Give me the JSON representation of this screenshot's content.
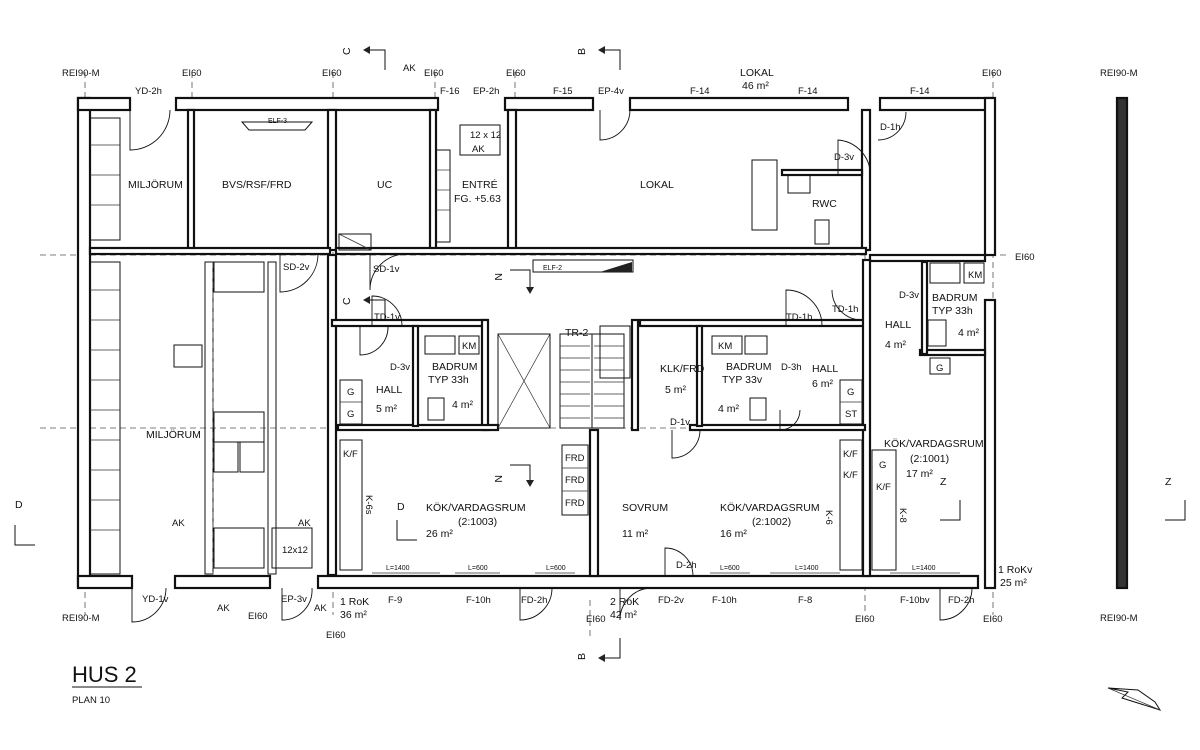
{
  "title": {
    "main": "HUS 2",
    "sub": "PLAN 10"
  },
  "rooms": [
    {
      "key": "miljorum_top",
      "text": "MILJÖRUM"
    },
    {
      "key": "bvs",
      "text": "BVS/RSF/FRD"
    },
    {
      "key": "uc",
      "text": "UC"
    },
    {
      "key": "entre",
      "text": "ENTRÉ"
    },
    {
      "key": "entre_fg",
      "text": "FG. +5.63"
    },
    {
      "key": "lokal",
      "text": "LOKAL"
    },
    {
      "key": "rwc",
      "text": "RWC"
    },
    {
      "key": "lokal_top",
      "text": "LOKAL"
    },
    {
      "key": "lokal_area",
      "text": "46 m²"
    },
    {
      "key": "miljorum_left",
      "text": "MILJÖRUM"
    },
    {
      "key": "hall_a",
      "text": "HALL"
    },
    {
      "key": "hall_a_area",
      "text": "5 m²"
    },
    {
      "key": "badrum_a",
      "text": "BADRUM"
    },
    {
      "key": "badrum_a_typ",
      "text": "TYP 33h"
    },
    {
      "key": "badrum_a_area",
      "text": "4 m²"
    },
    {
      "key": "klk",
      "text": "KLK/FRD"
    },
    {
      "key": "klk_area",
      "text": "5 m²"
    },
    {
      "key": "badrum_b",
      "text": "BADRUM"
    },
    {
      "key": "badrum_b_typ",
      "text": "TYP 33v"
    },
    {
      "key": "badrum_b_area",
      "text": "4 m²"
    },
    {
      "key": "hall_b",
      "text": "HALL"
    },
    {
      "key": "hall_b_area",
      "text": "6 m²"
    },
    {
      "key": "badrum_c",
      "text": "BADRUM"
    },
    {
      "key": "badrum_c_typ",
      "text": "TYP 33h"
    },
    {
      "key": "badrum_c_area",
      "text": "4 m²"
    },
    {
      "key": "hall_c",
      "text": "HALL"
    },
    {
      "key": "hall_c_area",
      "text": "4 m²"
    },
    {
      "key": "kok_a",
      "text": "KÖK/VARDAGSRUM"
    },
    {
      "key": "kok_a_id",
      "text": "(2:1003)"
    },
    {
      "key": "kok_a_area",
      "text": "26 m²"
    },
    {
      "key": "sovrum",
      "text": "SOVRUM"
    },
    {
      "key": "sovrum_area",
      "text": "11 m²"
    },
    {
      "key": "kok_b",
      "text": "KÖK/VARDAGSRUM"
    },
    {
      "key": "kok_b_id",
      "text": "(2:1002)"
    },
    {
      "key": "kok_b_area",
      "text": "16 m²"
    },
    {
      "key": "kok_c",
      "text": "KÖK/VARDAGSRUM"
    },
    {
      "key": "kok_c_id",
      "text": "(2:1001)"
    },
    {
      "key": "kok_c_area",
      "text": "17 m²"
    },
    {
      "key": "apt_a",
      "text": "1 RoK"
    },
    {
      "key": "apt_a_area",
      "text": "36 m²"
    },
    {
      "key": "apt_b",
      "text": "2 RoK"
    },
    {
      "key": "apt_b_area",
      "text": "42 m²"
    },
    {
      "key": "apt_c",
      "text": "1 RoKv"
    },
    {
      "key": "apt_c_area",
      "text": "25 m²"
    },
    {
      "key": "stair",
      "text": "TR-2"
    }
  ],
  "labels": [
    {
      "key": "rei_tl",
      "text": "REI90-M"
    },
    {
      "key": "ei_1",
      "text": "EI60"
    },
    {
      "key": "ei_2",
      "text": "EI60"
    },
    {
      "key": "ak_top",
      "text": "AK"
    },
    {
      "key": "ei_3",
      "text": "EI60"
    },
    {
      "key": "ei_4",
      "text": "EI60"
    },
    {
      "key": "ei_5",
      "text": "EI60"
    },
    {
      "key": "rei_tr",
      "text": "REI90-M"
    },
    {
      "key": "yd2h",
      "text": "YD-2h"
    },
    {
      "key": "f16",
      "text": "F-16"
    },
    {
      "key": "ep2h",
      "text": "EP-2h"
    },
    {
      "key": "f15",
      "text": "F-15"
    },
    {
      "key": "ep4v",
      "text": "EP-4v"
    },
    {
      "key": "f14a",
      "text": "F-14"
    },
    {
      "key": "f14b",
      "text": "F-14"
    },
    {
      "key": "f14c",
      "text": "F-14"
    },
    {
      "key": "elf3",
      "text": "ELF-3"
    },
    {
      "key": "hatch_top",
      "text": "12 x 12"
    },
    {
      "key": "ak_hatch",
      "text": "AK"
    },
    {
      "key": "d1h_top",
      "text": "D-1h"
    },
    {
      "key": "d3v_top",
      "text": "D-3v"
    },
    {
      "key": "ei60_right",
      "text": "EI60"
    },
    {
      "key": "sd2v",
      "text": "SD-2v"
    },
    {
      "key": "sd1v",
      "text": "SD-1v"
    },
    {
      "key": "elf2",
      "text": "ELF-2"
    },
    {
      "key": "td1v",
      "text": "TD-1v"
    },
    {
      "key": "td1h_a",
      "text": "TD-1h"
    },
    {
      "key": "td1h_b",
      "text": "TD-1h"
    },
    {
      "key": "d3v_c",
      "text": "D-3v"
    },
    {
      "key": "km_c",
      "text": "KM"
    },
    {
      "key": "g_c",
      "text": "G"
    },
    {
      "key": "d3v_a",
      "text": "D-3v"
    },
    {
      "key": "km_a",
      "text": "KM"
    },
    {
      "key": "g_a1",
      "text": "G"
    },
    {
      "key": "g_a2",
      "text": "G"
    },
    {
      "key": "km_b",
      "text": "KM"
    },
    {
      "key": "d3h_b",
      "text": "D-3h"
    },
    {
      "key": "g_b",
      "text": "G"
    },
    {
      "key": "st_b",
      "text": "ST"
    },
    {
      "key": "d1v",
      "text": "D-1v"
    },
    {
      "key": "kf_a",
      "text": "K/F"
    },
    {
      "key": "k6s",
      "text": "K-6s"
    },
    {
      "key": "frd1",
      "text": "FRD"
    },
    {
      "key": "frd2",
      "text": "FRD"
    },
    {
      "key": "frd3",
      "text": "FRD"
    },
    {
      "key": "kf_b1",
      "text": "K/F"
    },
    {
      "key": "kf_b2",
      "text": "K/F"
    },
    {
      "key": "k6",
      "text": "K-6"
    },
    {
      "key": "g_c2",
      "text": "G"
    },
    {
      "key": "kf_c",
      "text": "K/F"
    },
    {
      "key": "k8",
      "text": "K-8"
    },
    {
      "key": "d2h",
      "text": "D-2h"
    },
    {
      "key": "ak_l1",
      "text": "AK"
    },
    {
      "key": "ak_l2",
      "text": "AK"
    },
    {
      "key": "hatch_bot",
      "text": "12x12"
    },
    {
      "key": "yd1v",
      "text": "YD-1v"
    },
    {
      "key": "ak_b1",
      "text": "AK"
    },
    {
      "key": "ei60_b1",
      "text": "EI60"
    },
    {
      "key": "ep3v",
      "text": "EP-3v"
    },
    {
      "key": "ak_b2",
      "text": "AK"
    },
    {
      "key": "ei60_b2",
      "text": "EI60"
    },
    {
      "key": "f9",
      "text": "F-9"
    },
    {
      "key": "f10h_a",
      "text": "F-10h"
    },
    {
      "key": "fd2h",
      "text": "FD-2h"
    },
    {
      "key": "ei60_b3",
      "text": "EI60"
    },
    {
      "key": "fd2v",
      "text": "FD-2v"
    },
    {
      "key": "f10h_b",
      "text": "F-10h"
    },
    {
      "key": "f8",
      "text": "F-8"
    },
    {
      "key": "ei60_b4",
      "text": "EI60"
    },
    {
      "key": "f10bv",
      "text": "F-10bv"
    },
    {
      "key": "fd2h_b",
      "text": "FD-2h"
    },
    {
      "key": "ei60_b5",
      "text": "EI60"
    },
    {
      "key": "rei_bl",
      "text": "REI90-M"
    },
    {
      "key": "rei_br",
      "text": "REI90-M"
    },
    {
      "key": "l1400a",
      "text": "L=1400"
    },
    {
      "key": "l600a",
      "text": "L=600"
    },
    {
      "key": "l600b",
      "text": "L=600"
    },
    {
      "key": "l600c",
      "text": "L=600"
    },
    {
      "key": "l1400b",
      "text": "L=1400"
    },
    {
      "key": "l1400c",
      "text": "L=1400"
    }
  ],
  "sections": [
    {
      "key": "sec_c_top",
      "text": "C"
    },
    {
      "key": "sec_b_top",
      "text": "B"
    },
    {
      "key": "sec_n1",
      "text": "N"
    },
    {
      "key": "sec_c_mid",
      "text": "C"
    },
    {
      "key": "sec_n2",
      "text": "N"
    },
    {
      "key": "sec_d_left",
      "text": "D"
    },
    {
      "key": "sec_d_mid",
      "text": "D"
    },
    {
      "key": "sec_z_mid",
      "text": "Z"
    },
    {
      "key": "sec_z_right",
      "text": "Z"
    },
    {
      "key": "sec_b_bot",
      "text": "B"
    }
  ]
}
